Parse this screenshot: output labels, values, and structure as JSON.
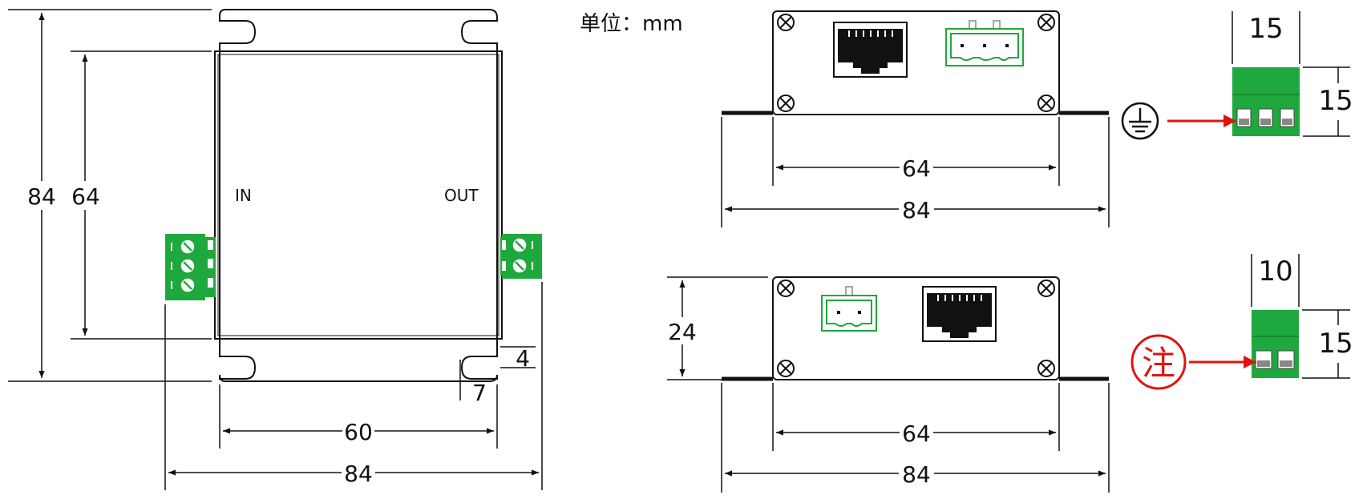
{
  "unit_label": "单位：mm",
  "top_view": {
    "in_label": "IN",
    "out_label": "OUT",
    "dims": {
      "overall_height": "84",
      "inner_height": "64",
      "tab_offset": "4",
      "tab_width": "7",
      "hole_spacing": "60",
      "overall_width": "84"
    }
  },
  "front_view_a": {
    "dims": {
      "body_width": "64",
      "overall_width": "84"
    }
  },
  "front_view_b": {
    "dims": {
      "height": "24",
      "body_width": "64",
      "overall_width": "84"
    }
  },
  "terminal_3pin": {
    "dims": {
      "width": "15",
      "height": "15"
    },
    "callout_symbol": "ground"
  },
  "terminal_2pin": {
    "dims": {
      "width": "10",
      "height": "15"
    },
    "callout_text": "注"
  },
  "colors": {
    "terminal_green": "#1fa83d",
    "terminal_outline": "#1fa83d",
    "arrow_red": "#e0140f",
    "line": "#111111"
  }
}
